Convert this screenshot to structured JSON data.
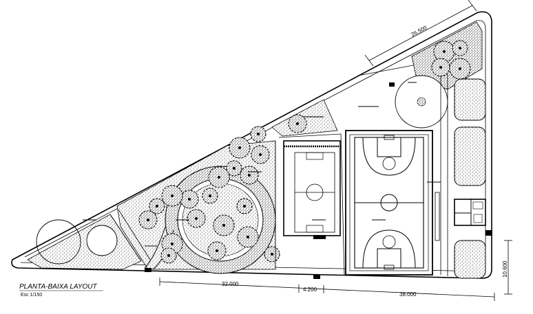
{
  "drawing": {
    "title": "PLANTA-BAIXA LAYOUT",
    "scale": "Esc 1/150"
  },
  "dimensions": {
    "top_diagonal": "26.500",
    "bottom_left": "32.000",
    "bottom_mid": "4.200",
    "bottom_right": "38.000",
    "right_side": "10.600"
  },
  "colors": {
    "line": "#000000",
    "background": "#ffffff",
    "stipple": "#000000"
  }
}
